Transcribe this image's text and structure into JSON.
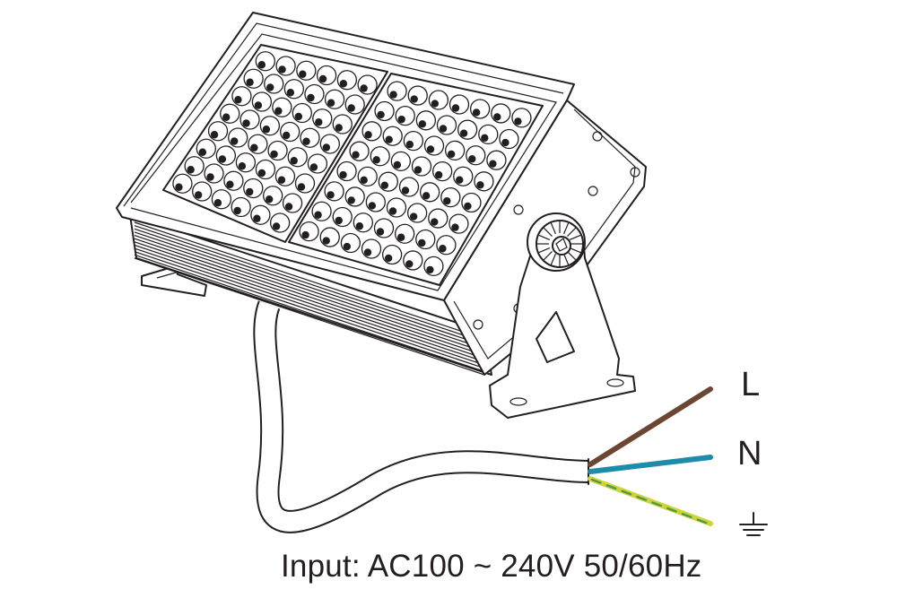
{
  "labels": {
    "live": "L",
    "neutral": "N"
  },
  "caption": "Input: AC100 ~ 240V  50/60Hz",
  "wire_colors": {
    "live": "#6b4632",
    "neutral": "#1f8bab",
    "earth_yellow": "#cfd33a",
    "earth_green": "#4f9a47"
  },
  "icons": {
    "earth": "ground-symbol-icon"
  }
}
